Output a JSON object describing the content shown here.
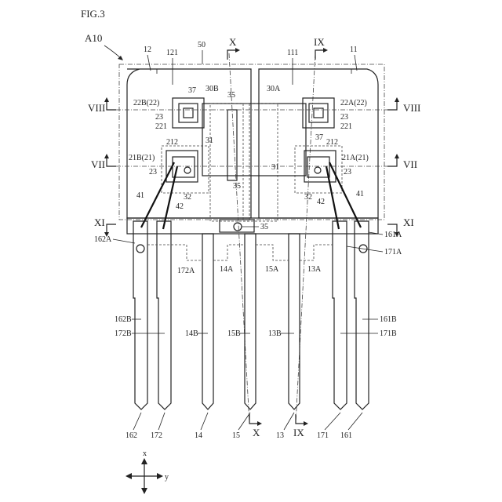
{
  "figure": {
    "title": "FIG.3",
    "ref": "A10"
  },
  "sections": {
    "x_top": "X",
    "x_bot": "X",
    "ix_top": "IX",
    "ix_bot": "IX",
    "viii_left": "VIII",
    "viii_right": "VIII",
    "vii_left": "VII",
    "vii_right": "VII",
    "xi_left": "XI",
    "xi_right": "XI"
  },
  "labels": {
    "l12": "12",
    "l121": "121",
    "l50": "50",
    "l111": "111",
    "l11": "11",
    "l30B": "30B",
    "l30A": "30A",
    "l35a": "35",
    "l35b": "35",
    "l35c": "35",
    "l37a": "37",
    "l37b": "37",
    "l22B": "22B(22)",
    "l22A": "22A(22)",
    "l23a": "23",
    "l23b": "23",
    "l23c": "23",
    "l23d": "23",
    "l221a": "221",
    "l221b": "221",
    "l31a": "31",
    "l31b": "31",
    "l212a": "212",
    "l212b": "212",
    "l21B": "21B(21)",
    "l21A": "21A(21)",
    "l32a": "32",
    "l32b": "32",
    "l41a": "41",
    "l41b": "41",
    "l42a": "42",
    "l42b": "42",
    "l162A": "162A",
    "l161A": "161A",
    "l171A": "171A",
    "l172A": "172A",
    "l14A": "14A",
    "l15A": "15A",
    "l13A": "13A",
    "l162B": "162B",
    "l172B": "172B",
    "l14B": "14B",
    "l15B": "15B",
    "l13B": "13B",
    "l161B": "161B",
    "l171B": "171B",
    "t162": "162",
    "t172": "172",
    "t14": "14",
    "t15": "15",
    "t13": "13",
    "t171": "171",
    "t161": "161",
    "axis_x": "x",
    "axis_y": "y"
  }
}
